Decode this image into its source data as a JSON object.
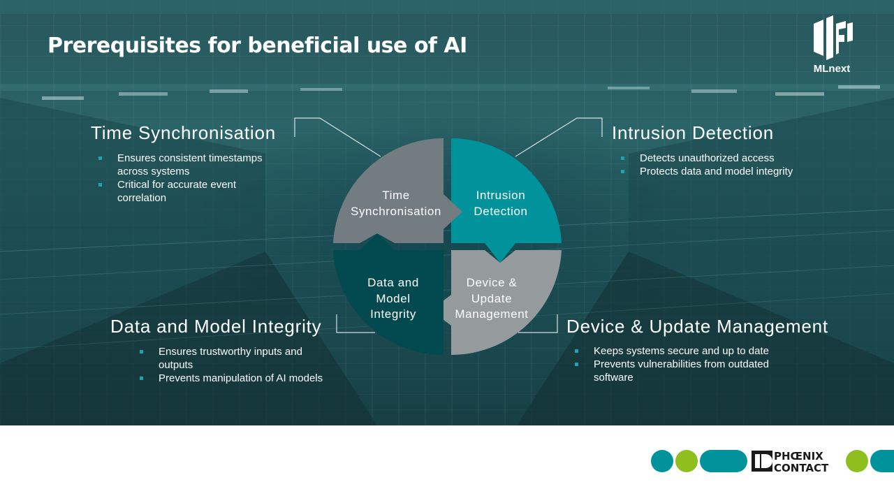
{
  "slide": {
    "title": "Prerequisites for beneficial use of AI",
    "brand_logo_text": "MLnext",
    "footer_logo_text": [
      "PHŒNIX",
      "CONTACT"
    ]
  },
  "sections": {
    "time_sync": {
      "title": "Time Synchronisation",
      "bullets": [
        "Ensures consistent timestamps across systems",
        "Critical for accurate event correlation"
      ]
    },
    "intrusion": {
      "title": "Intrusion Detection",
      "bullets": [
        "Detects unauthorized access",
        "Protects data and model integrity"
      ]
    },
    "integrity": {
      "title": "Data and Model Integrity",
      "bullets": [
        "Ensures trustworthy inputs and outputs",
        "Prevents manipulation of AI models"
      ]
    },
    "device": {
      "title": "Device & Update Management",
      "bullets": [
        "Keeps systems secure and up to date",
        "Prevents vulnerabilities from outdated software"
      ]
    }
  },
  "wheel": {
    "time_sync": [
      "Time",
      "Synchronisation"
    ],
    "intrusion": [
      "Intrusion",
      "Detection"
    ],
    "integrity": [
      "Data and",
      "Model",
      "Integrity"
    ],
    "device": [
      "Device &",
      "Update",
      "Management"
    ]
  },
  "colors": {
    "teal": "#00939b",
    "gray": "#737c80",
    "light_gray": "#959a9d",
    "dark_teal": "#024a50",
    "bullet": "#1ba6ad",
    "green": "#8fbe1f"
  }
}
